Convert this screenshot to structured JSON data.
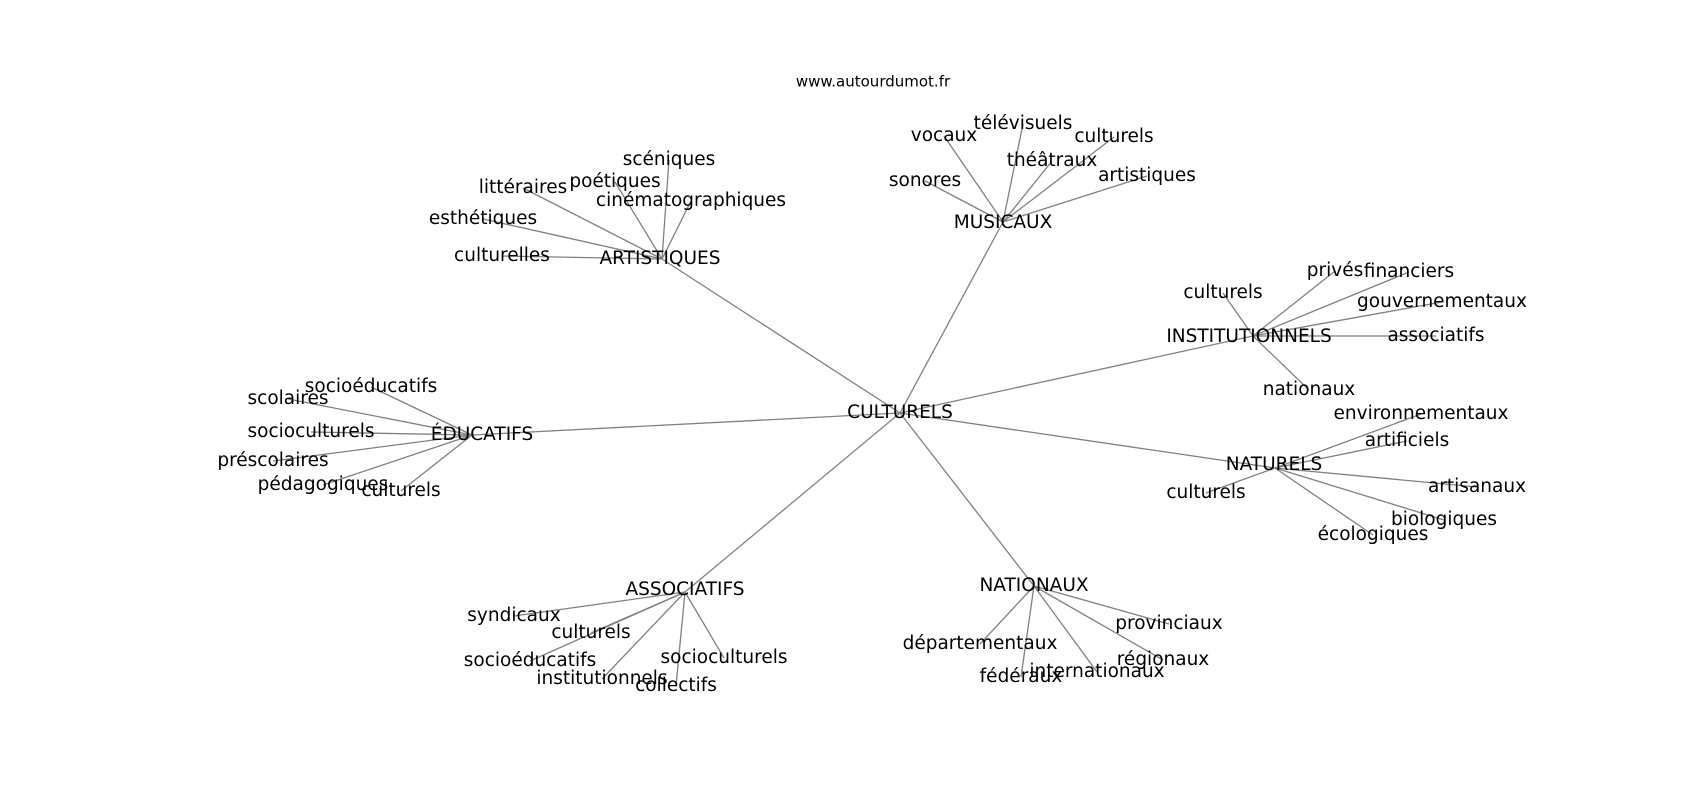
{
  "source": "www.autourdumot.fr",
  "center": "CULTURELS",
  "clusters": [
    {
      "hub": "ARTISTIQUES",
      "leaves": [
        "scéniques",
        "poétiques",
        "littéraires",
        "cinématographiques",
        "esthétiques",
        "culturelles"
      ]
    },
    {
      "hub": "MUSICAUX",
      "leaves": [
        "télévisuels",
        "vocaux",
        "culturels",
        "théâtraux",
        "artistiques",
        "sonores"
      ]
    },
    {
      "hub": "INSTITUTIONNELS",
      "leaves": [
        "privés",
        "financiers",
        "culturels",
        "gouvernementaux",
        "associatifs",
        "nationaux"
      ]
    },
    {
      "hub": "ÉDUCATIFS",
      "leaves": [
        "socioéducatifs",
        "scolaires",
        "socioculturels",
        "préscolaires",
        "pédagogiques",
        "culturels"
      ]
    },
    {
      "hub": "NATURELS",
      "leaves": [
        "environnementaux",
        "artificiels",
        "artisanaux",
        "culturels",
        "biologiques",
        "écologiques"
      ]
    },
    {
      "hub": "ASSOCIATIFS",
      "leaves": [
        "syndicaux",
        "culturels",
        "socioéducatifs",
        "socioculturels",
        "institutionnels",
        "collectifs"
      ]
    },
    {
      "hub": "NATIONAUX",
      "leaves": [
        "provinciaux",
        "départementaux",
        "régionaux",
        "internationaux",
        "fédéraux"
      ]
    }
  ]
}
